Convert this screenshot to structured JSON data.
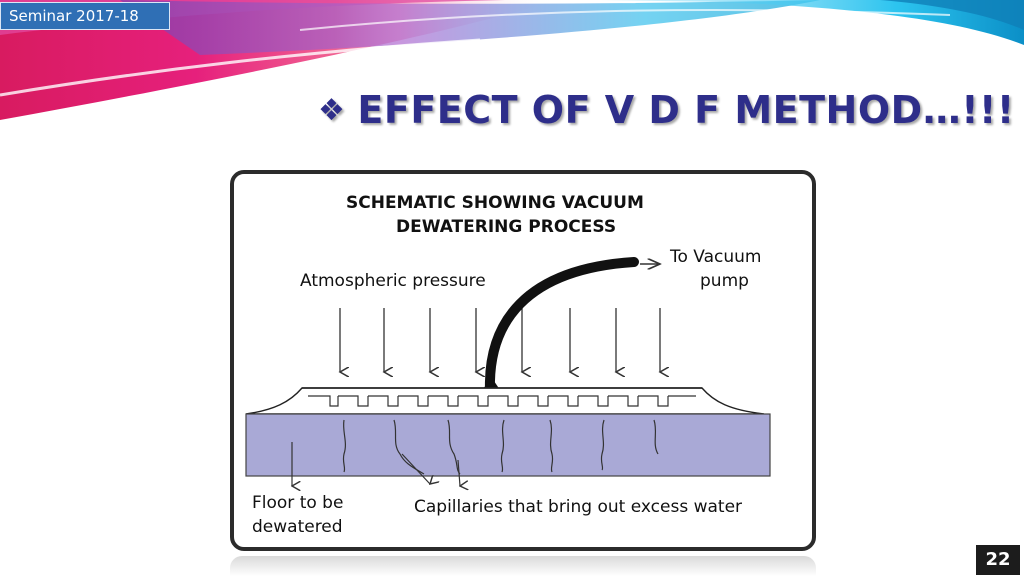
{
  "header": {
    "tag": "Seminar 2017-18",
    "title_bullet_icon": "diamond-bullet-icon",
    "title": "EFFECT OF V D F METHOD…!!!"
  },
  "diagram": {
    "title_line1": "SCHEMATIC SHOWING VACUUM",
    "title_line2": "DEWATERING PROCESS",
    "atmospheric_label": "Atmospheric pressure",
    "vacuum_label_line1": "To Vacuum",
    "vacuum_label_line2": "pump",
    "floor_label_line1": "Floor to be",
    "floor_label_line2": "dewatered",
    "capillaries_label": "Capillaries that bring out excess water"
  },
  "footer": {
    "page_number": "22"
  },
  "colors": {
    "title": "#2e2e8a",
    "tag_bg": "#2f6fb5",
    "slab": "#a9a9d6",
    "swoosh_pink": "#e6207c",
    "swoosh_cyan": "#18b9e6"
  }
}
